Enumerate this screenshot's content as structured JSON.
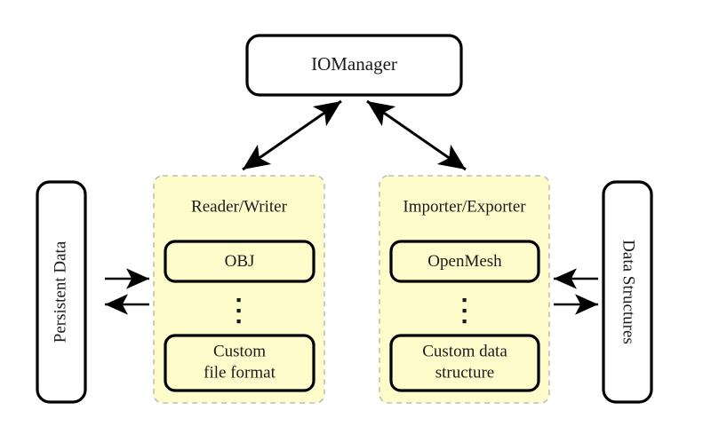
{
  "diagram": {
    "title_node": {
      "label": "IOManager",
      "name": "iomanager-node"
    },
    "side_nodes": [
      {
        "label": "Persistent Data",
        "name": "persistent-data-node",
        "orientation": "rotated-ccw"
      },
      {
        "label": "Data Structures",
        "name": "data-structures-node",
        "orientation": "rotated-cw"
      }
    ],
    "groups": [
      {
        "label": "Reader/Writer",
        "name": "reader-writer-group",
        "items": [
          {
            "label": "OBJ",
            "name": "obj-node",
            "lines": [
              "OBJ"
            ]
          },
          {
            "label": "Custom file format",
            "name": "custom-file-format-node",
            "lines": [
              "Custom",
              "file format"
            ]
          }
        ],
        "ellipsis": "vertical-dots"
      },
      {
        "label": "Importer/Exporter",
        "name": "importer-exporter-group",
        "items": [
          {
            "label": "OpenMesh",
            "name": "openmesh-node",
            "lines": [
              "OpenMesh"
            ]
          },
          {
            "label": "Custom data structure",
            "name": "custom-data-structure-node",
            "lines": [
              "Custom data",
              "structure"
            ]
          }
        ],
        "ellipsis": "vertical-dots"
      }
    ],
    "connections": [
      {
        "name": "iomanager-to-reader-writer-arrow",
        "type": "bidirectional",
        "from": "IOManager",
        "to": "Reader/Writer"
      },
      {
        "name": "iomanager-to-importer-exporter-arrow",
        "type": "bidirectional",
        "from": "IOManager",
        "to": "Importer/Exporter"
      },
      {
        "name": "persistent-data-to-reader-writer-arrow",
        "type": "unidirectional",
        "from": "Persistent Data",
        "to": "Reader/Writer"
      },
      {
        "name": "reader-writer-to-persistent-data-arrow",
        "type": "unidirectional",
        "from": "Reader/Writer",
        "to": "Persistent Data"
      },
      {
        "name": "data-structures-to-importer-exporter-arrow",
        "type": "unidirectional",
        "from": "Data Structures",
        "to": "Importer/Exporter"
      },
      {
        "name": "importer-exporter-to-data-structures-arrow",
        "type": "unidirectional",
        "from": "Importer/Exporter",
        "to": "Data Structures"
      }
    ],
    "colors": {
      "group_fill": "#fffccc",
      "group_stroke": "#b3b3a0",
      "node_stroke": "#000000",
      "node_fill": "#ffffff",
      "text": "#1a1a1a",
      "background": "#ffffff"
    }
  }
}
